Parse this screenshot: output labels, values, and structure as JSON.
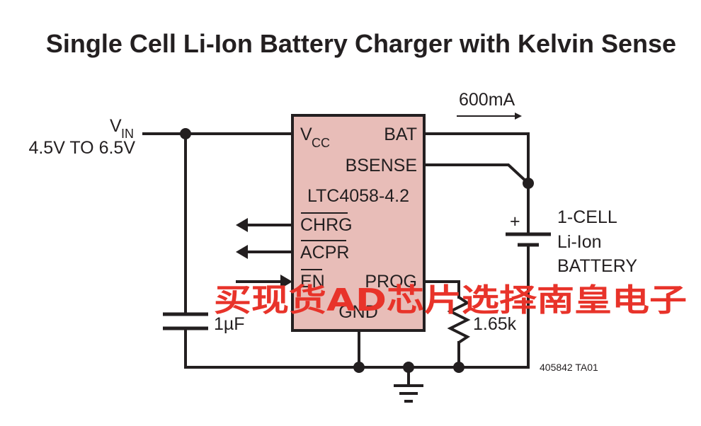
{
  "title": "Single Cell Li-Ion Battery Charger with Kelvin Sense",
  "input": {
    "label_main": "V",
    "label_sub": "IN",
    "range": "4.5V TO 6.5V"
  },
  "ic": {
    "name": "LTC4058-4.2",
    "fill_color": "#e8bdb8",
    "pins": {
      "vcc_main": "V",
      "vcc_sub": "CC",
      "bat": "BAT",
      "bsense": "BSENSE",
      "chrg": "CHRG",
      "acpr": "ACPR",
      "en": "EN",
      "prog": "PROG",
      "gnd": "GND"
    }
  },
  "current_label": "600mA",
  "battery": {
    "plus": "+",
    "line1": "1-CELL",
    "line2": "Li-Ion",
    "line3": "BATTERY"
  },
  "capacitor": {
    "value": "1µF"
  },
  "resistor": {
    "value": "1.65k"
  },
  "figure_ref": "405842 TA01",
  "watermark": {
    "text": "买现货AD芯片选择南皇电子",
    "color": "#e8332a"
  }
}
